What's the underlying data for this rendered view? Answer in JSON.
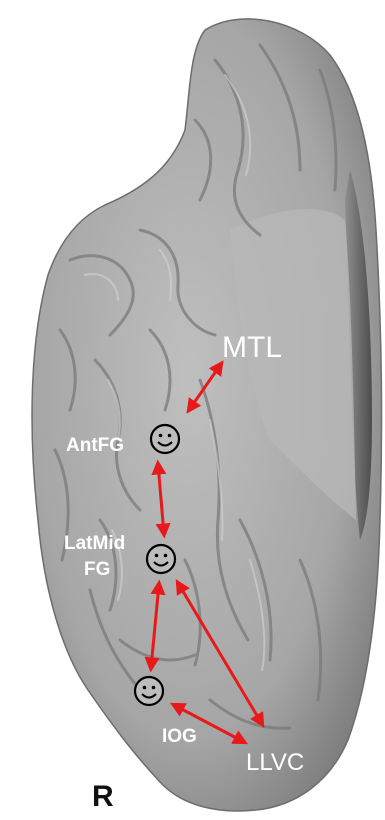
{
  "regions": {
    "mtl": "MTL",
    "antfg": "AntFG",
    "latmid_line1": "LatMid",
    "latmid_line2": "FG",
    "iog": "IOG",
    "llvc": "LLVC"
  },
  "hemisphere_label": "R",
  "icons": {
    "face": "smiley-face-icon"
  },
  "colors": {
    "connection": "#e8191a",
    "brain": "#a9a9a9",
    "label": "#ffffff",
    "hemisphere_label": "#111111"
  }
}
